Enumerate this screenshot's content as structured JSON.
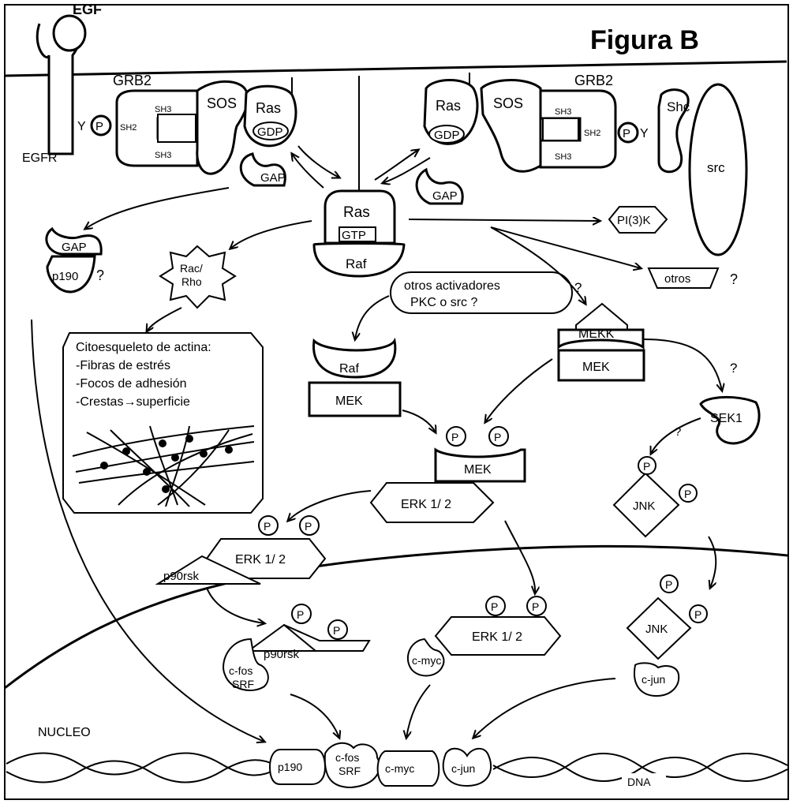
{
  "title": "Figura B",
  "labels": {
    "egf": "EGF",
    "egfr": "EGFR",
    "y_left": "Y",
    "y_right": "Y",
    "p": "P",
    "grb2_left": "GRB2",
    "grb2_right": "GRB2",
    "sh3": "SH3",
    "sh2": "SH2",
    "sos": "SOS",
    "ras": "Ras",
    "gdp": "GDP",
    "gap": "GAP",
    "gtp": "GTP",
    "raf": "Raf",
    "shc": "Shc",
    "src": "src",
    "pi3k": "PI(3)K",
    "otros": "otros",
    "q": "?",
    "p190": "p190",
    "rac_rho_1": "Rac/",
    "rac_rho_2": "Rho",
    "otros_act_1": "otros activadores",
    "otros_act_2": "PKC o src ?",
    "mekk": "MEKK",
    "mek": "MEK",
    "sek1": "SEK1",
    "jnk": "JNK",
    "erk": "ERK 1/ 2",
    "p90rsk": "p90rsk",
    "cfos": "c-fos",
    "srf": "SRF",
    "cmyc": "c-myc",
    "cjun": "c-jun",
    "nucleo": "NUCLEO",
    "dna": "DNA"
  },
  "cytoskeleton": {
    "heading": "Citoesqueleto de actina:",
    "items": [
      "-Fibras de estrés",
      "-Focos de adhesión",
      "-Crestas→superficie"
    ]
  }
}
